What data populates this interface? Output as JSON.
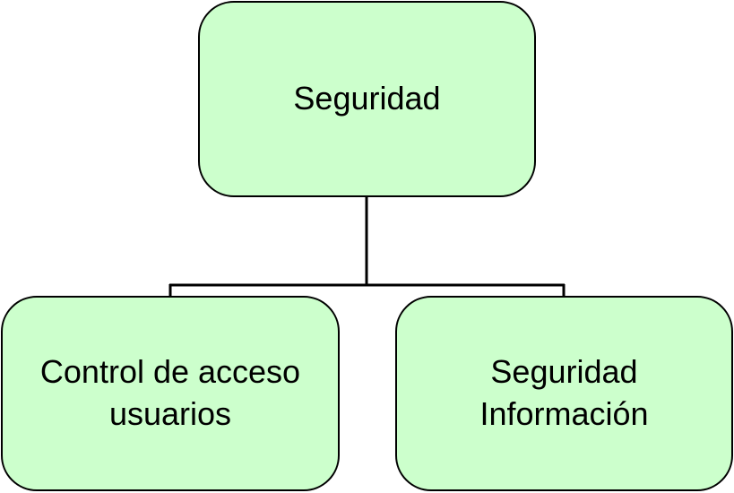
{
  "diagram": {
    "root": {
      "label": "Seguridad"
    },
    "children": [
      {
        "lines": [
          "Control de acceso",
          "usuarios"
        ]
      },
      {
        "lines": [
          "Seguridad",
          "Información"
        ]
      }
    ],
    "colors": {
      "node_fill": "#ccffcc",
      "node_border": "#000000",
      "connector": "#000000"
    }
  }
}
